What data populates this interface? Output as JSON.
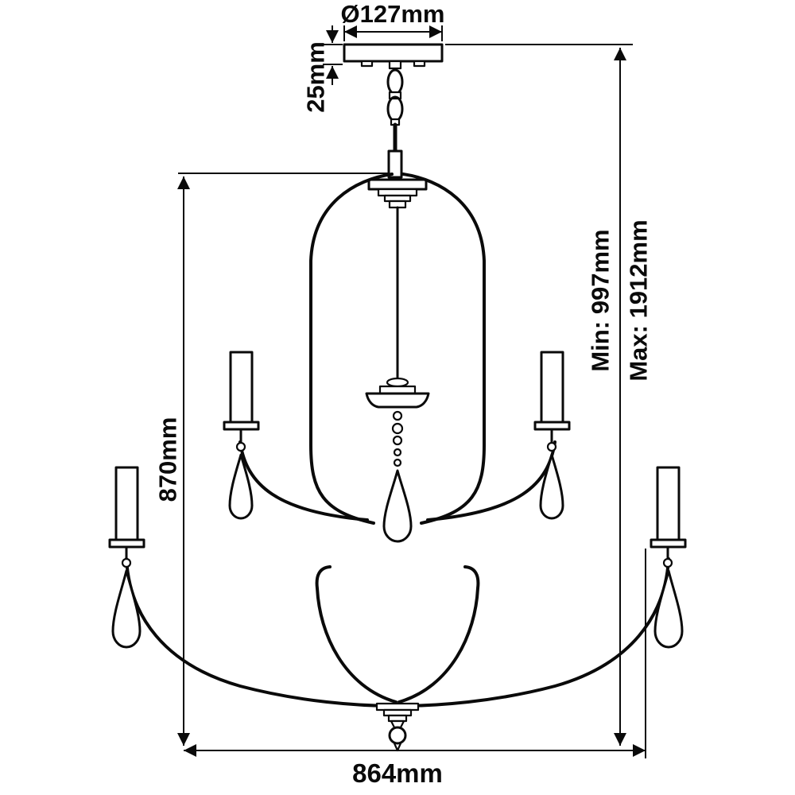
{
  "page": {
    "background": "#ffffff",
    "ink": "#0a0a0a"
  },
  "diagram": {
    "labels": {
      "canopy_diameter": "Ø127mm",
      "canopy_height": "25mm",
      "min_height": "Min: 997mm",
      "max_height": "Max: 1912mm",
      "body_height": "870mm",
      "width": "864mm"
    }
  }
}
